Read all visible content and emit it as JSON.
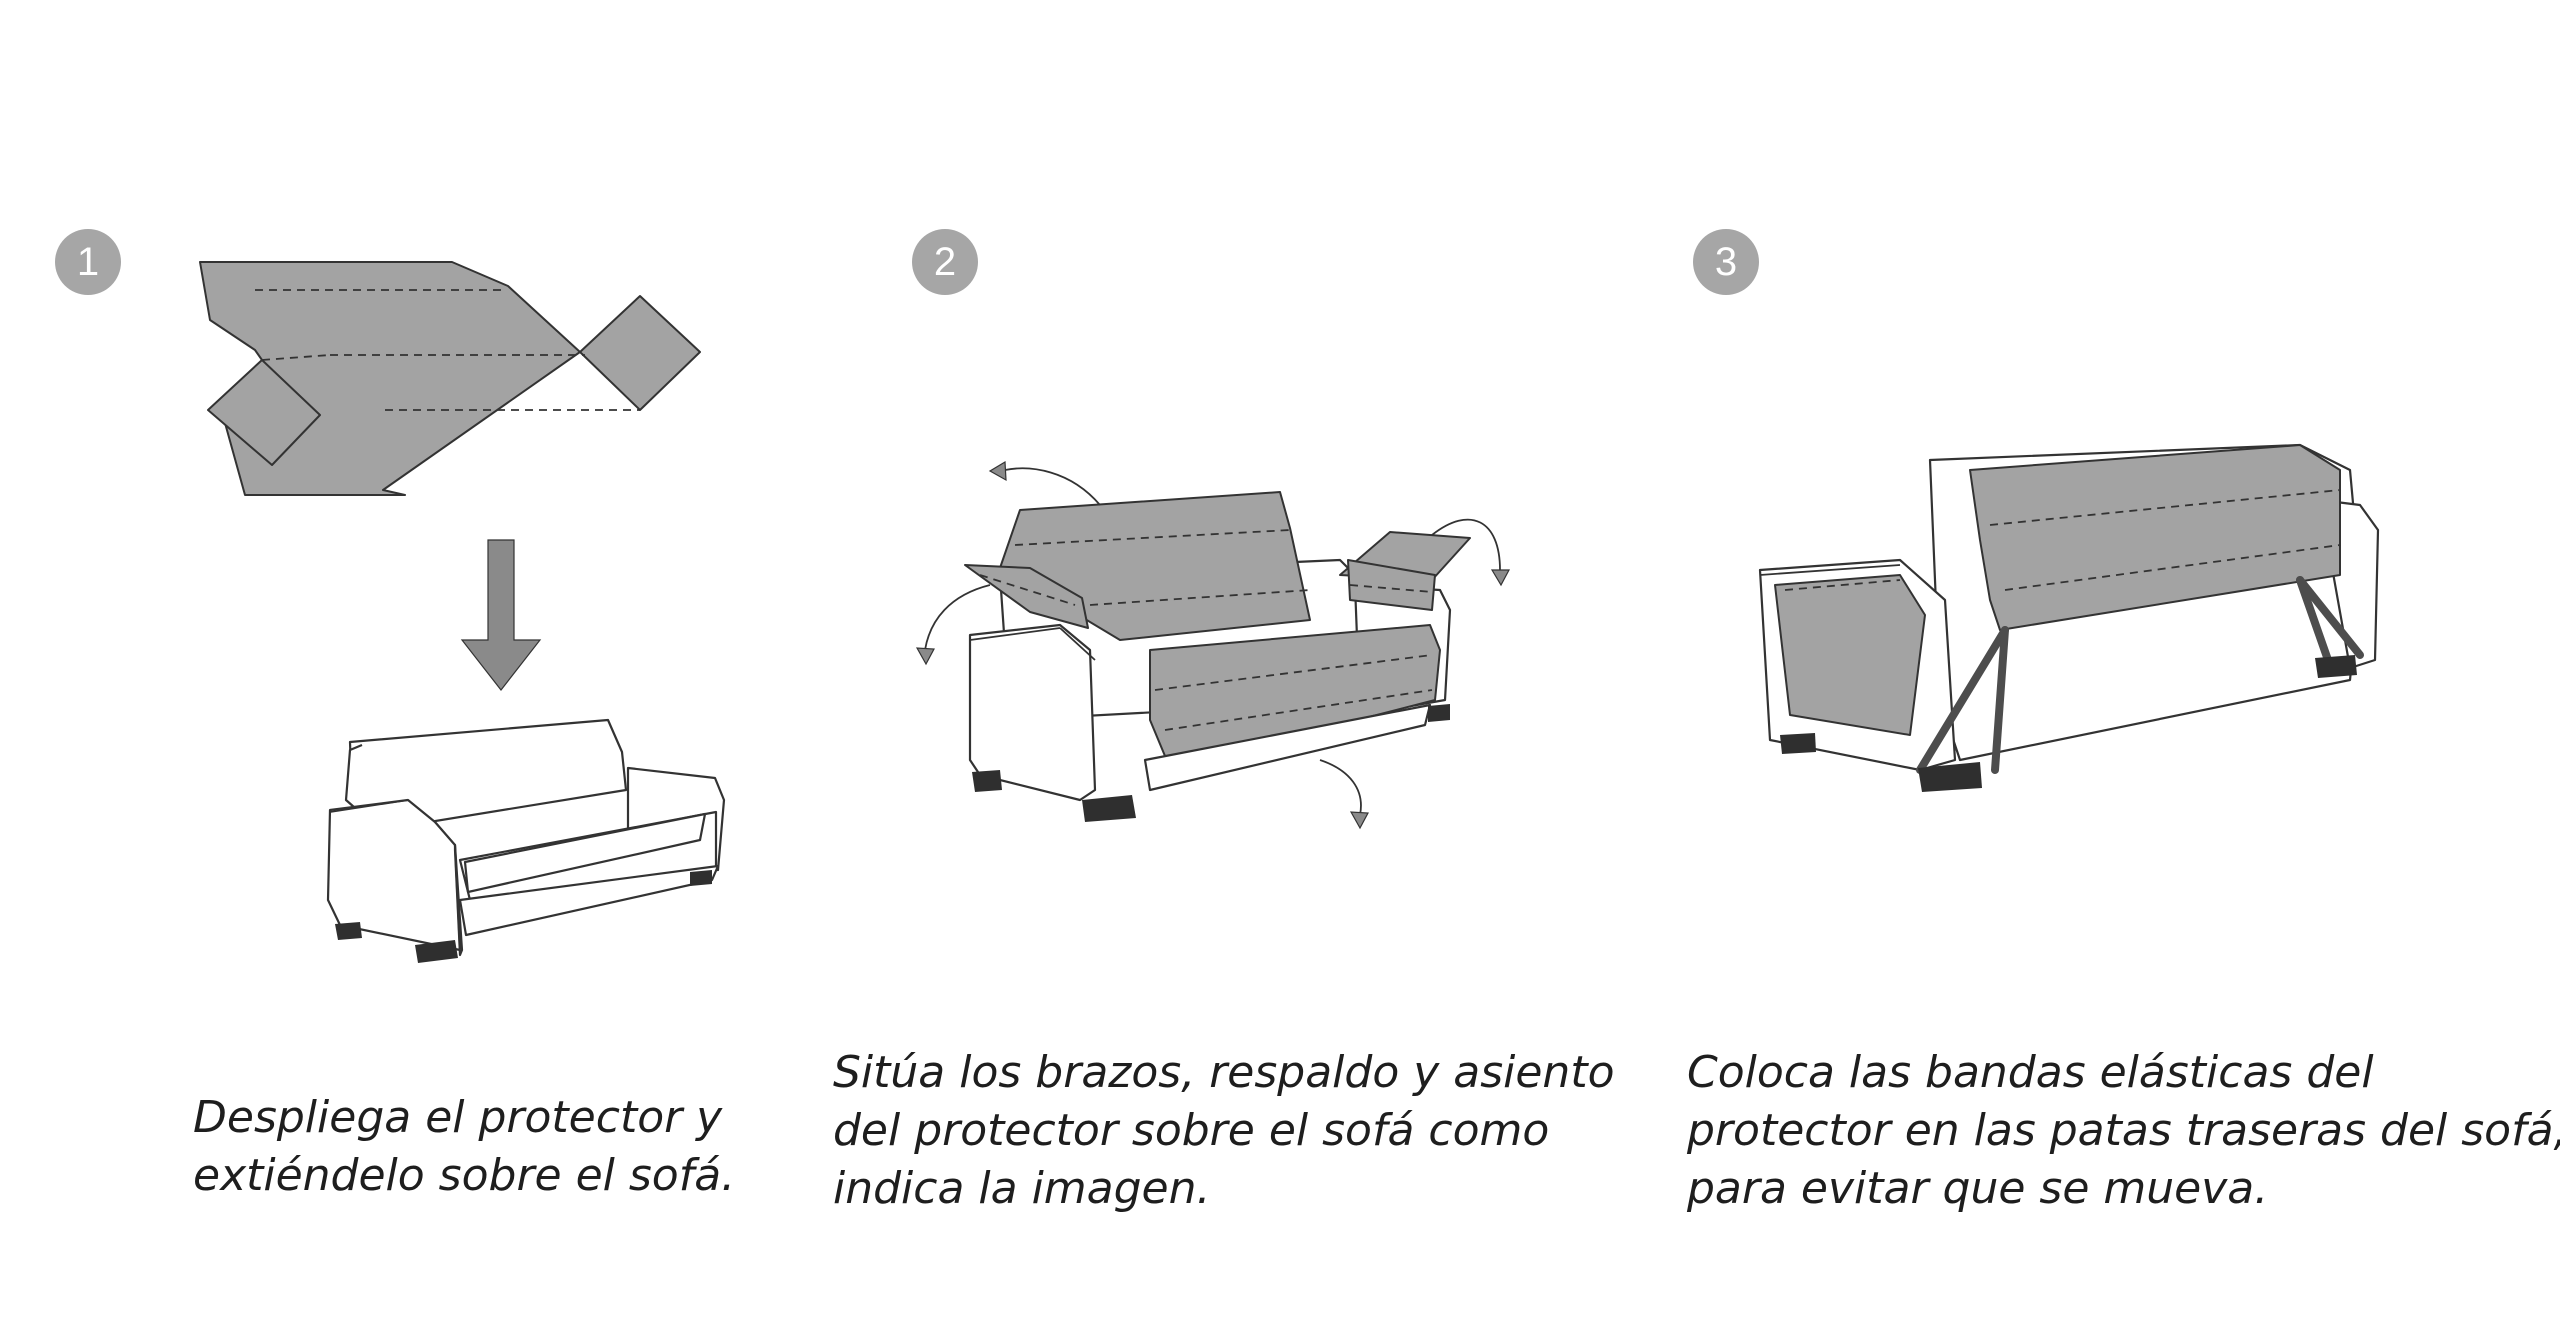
{
  "steps": [
    {
      "number": "1",
      "caption_lines": [
        "Despliega el protector y",
        "extiéndelo sobre el sofá."
      ]
    },
    {
      "number": "2",
      "caption_lines": [
        "Sitúa los brazos, respaldo y asiento",
        "del protector sobre el sofá como",
        "indica la imagen."
      ]
    },
    {
      "number": "3",
      "caption_lines": [
        "Coloca las bandas elásticas del",
        "protector en las patas traseras del sofá,",
        "para evitar que se mueva."
      ]
    }
  ],
  "colors": {
    "badge": "#a6a6a6",
    "cover": "#a3a3a3",
    "outline": "#333333",
    "text": "#1e1e1e"
  }
}
